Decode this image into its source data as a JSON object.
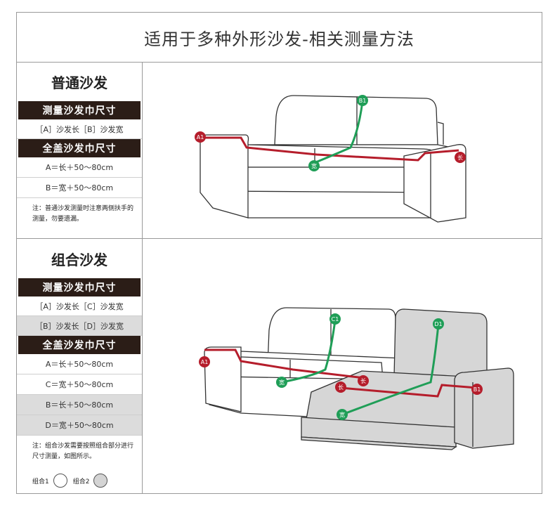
{
  "title": "适用于多种外形沙发-相关测量方法",
  "section1": {
    "heading": "普通沙发",
    "measure_header": "测量沙发巾尺寸",
    "measure_row": "［A］沙发长［B］沙发宽",
    "cover_header": "全盖沙发巾尺寸",
    "formula_a": "A＝长＋50～80cm",
    "formula_b": "B＝宽＋50～80cm",
    "note": "注：普通沙发测量时注意两侧扶手的测量，勿要遗漏。",
    "markers": {
      "a1": "A1",
      "b1": "B1",
      "width": "宽",
      "length": "长"
    }
  },
  "section2": {
    "heading": "组合沙发",
    "measure_header": "测量沙发巾尺寸",
    "measure_row1": "［A］沙发长［C］沙发宽",
    "measure_row2": "［B］沙发长［D］沙发宽",
    "cover_header": "全盖沙发巾尺寸",
    "formula_a": "A＝长＋50～80cm",
    "formula_c": "C＝宽＋50～80cm",
    "formula_b": "B＝长＋50～80cm",
    "formula_d": "D＝宽＋50～80cm",
    "note": "注：组合沙发需要按照组合部分进行尺寸测量，如图所示。",
    "legend1": "组合1",
    "legend2": "组合2",
    "markers": {
      "a1": "A1",
      "c1": "C1",
      "d1": "D1",
      "b1": "B1",
      "width1": "宽",
      "length1": "长",
      "length2": "长",
      "width2": "宽"
    }
  },
  "colors": {
    "red": "#b51d2b",
    "green": "#1f9e57",
    "dark": "#2b1d17",
    "gray_fill": "#d6d6d6"
  }
}
